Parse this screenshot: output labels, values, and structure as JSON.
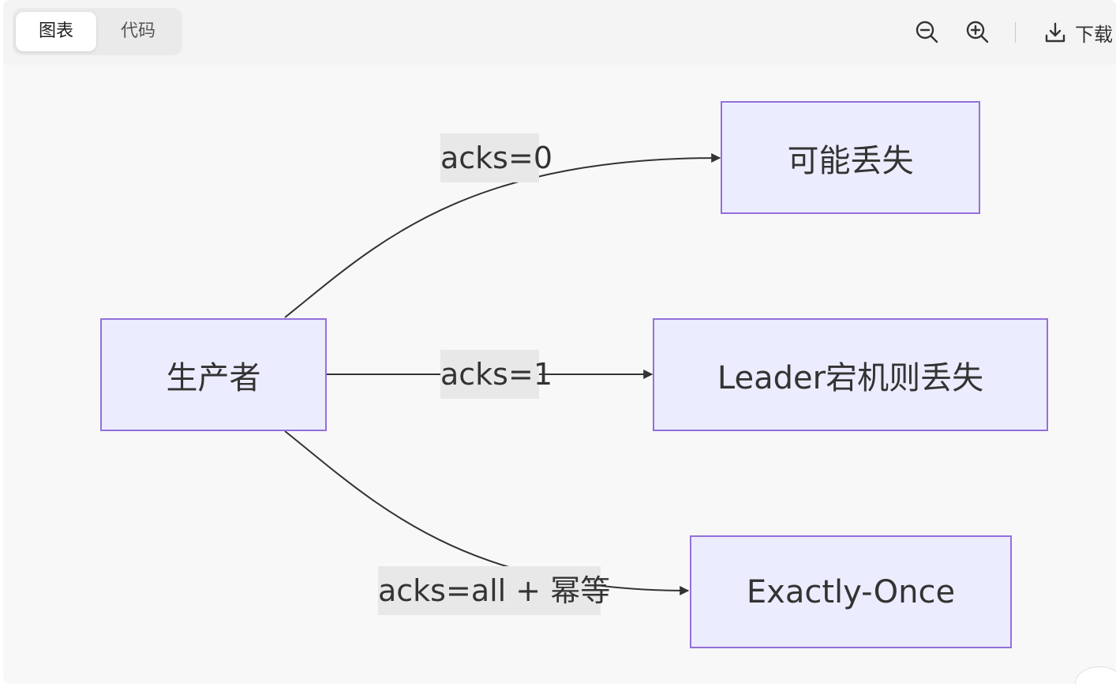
{
  "toolbar": {
    "tabs": [
      {
        "label": "图表",
        "active": true
      },
      {
        "label": "代码",
        "active": false
      }
    ],
    "zoom_out_icon": "zoom-out-icon",
    "zoom_in_icon": "zoom-in-icon",
    "download_icon": "download-icon",
    "download_label": "下载"
  },
  "diagram": {
    "type": "flowchart-LR",
    "colors": {
      "node_fill": "#ececff",
      "node_border": "#9370db",
      "edge": "#333333",
      "label_bg": "#e8e8e8"
    },
    "nodes": {
      "producer": "生产者",
      "may_lose": "可能丢失",
      "leader_crash_lose": "Leader宕机则丢失",
      "exactly_once": "Exactly-Once"
    },
    "edges": {
      "acks0": "acks=0",
      "acks1": "acks=1",
      "acks_all": "acks=all + 幂等"
    }
  }
}
